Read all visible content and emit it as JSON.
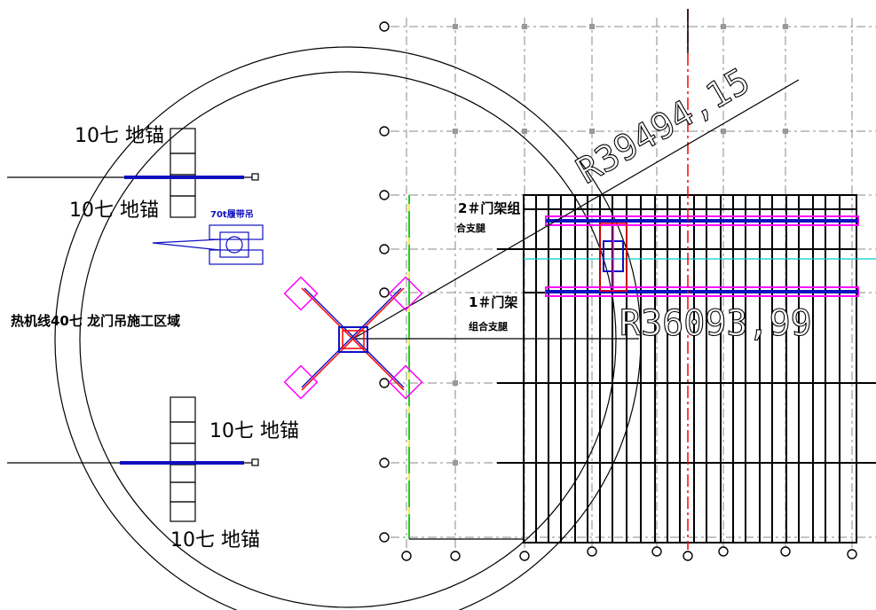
{
  "labels": {
    "anchor_top_1": "10七 地锚",
    "anchor_top_2": "10七 地锚",
    "anchor_bottom_1": "10七 地锚",
    "anchor_bottom_2": "10七 地锚",
    "crawler_crane": "70t履带吊",
    "zone_title": "热机线40七 龙门吊施工区域",
    "gantry_2": "2＃门架组",
    "gantry_2_sub": "合支腿",
    "gantry_1": "1＃门架",
    "gantry_1_sub": "组合支腿",
    "radius_outer": "R39494,15",
    "radius_inner": "R36093,99"
  },
  "colors": {
    "line": "#000000",
    "grid": "#888888",
    "centerline": "#ff0000",
    "beam_blue": "#1010c0",
    "outrigger_pad": "#ff00ff",
    "rail_green": "#22cc22",
    "cyan": "#00d0d0",
    "highlight_yellow": "#eeee44"
  }
}
